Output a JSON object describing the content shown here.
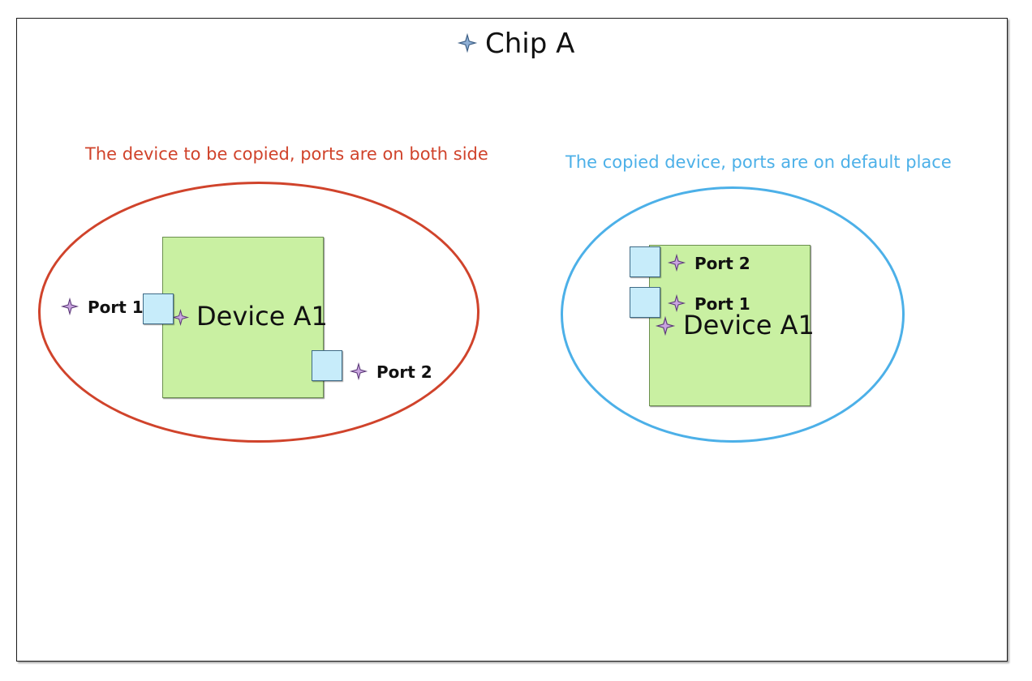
{
  "chip": {
    "title": "Chip A",
    "icon": "chip-star-icon"
  },
  "annotations": {
    "left": "The device to be copied, ports are on both side",
    "right": "The copied device, ports are on default place",
    "colors": {
      "left": "#d0432b",
      "right": "#4cb0e8"
    }
  },
  "original_device": {
    "label": "Device A1",
    "ports": [
      {
        "label": "Port 1",
        "side": "left"
      },
      {
        "label": "Port 2",
        "side": "right"
      }
    ]
  },
  "copied_device": {
    "label": "Device A1",
    "ports": [
      {
        "label": "Port 2",
        "side": "left"
      },
      {
        "label": "Port 1",
        "side": "left"
      }
    ]
  },
  "colors": {
    "device_fill": "#c9f0a2",
    "port_fill": "#c7ecfa",
    "chip_icon": "#5a7fa8",
    "element_icon": "#a07cc0"
  }
}
